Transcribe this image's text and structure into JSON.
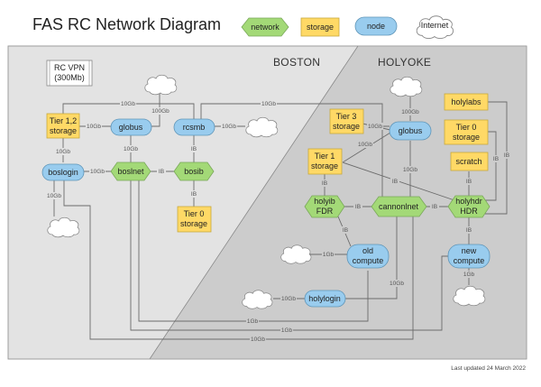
{
  "title": "FAS RC Network Diagram",
  "legend": {
    "network": "network",
    "storage": "storage",
    "node": "node",
    "internet": "Internet"
  },
  "colors": {
    "network": "#a3d977",
    "storage": "#ffd966",
    "node": "#99ccee",
    "boston_bg": "#e3e3e3",
    "holyoke_bg": "#cccccc"
  },
  "regions": {
    "boston": "BOSTON",
    "holyoke": "HOLYOKE"
  },
  "vpn": {
    "line1": "RC VPN",
    "line2": "(300Mb)"
  },
  "nodes": {
    "tier12_storage": [
      "Tier 1,2",
      "storage"
    ],
    "globus_boston": "globus",
    "rcsmb": "rcsmb",
    "boslogin": "boslogin",
    "boslnet": "boslnet",
    "bosib": "bosib",
    "tier0_storage_boston": [
      "Tier 0",
      "storage"
    ],
    "tier3_storage": [
      "Tier 3",
      "storage"
    ],
    "globus_holyoke": "globus",
    "tier1_storage": [
      "Tier 1",
      "storage"
    ],
    "holylabs": "holylabs",
    "tier0_storage_holyoke": [
      "Tier 0",
      "storage"
    ],
    "scratch": "scratch",
    "holyib": [
      "holyib",
      "FDR"
    ],
    "cannonlnet": "cannonlnet",
    "holyhdr": [
      "holyhdr",
      "HDR"
    ],
    "old_compute": [
      "old",
      "compute"
    ],
    "new_compute": [
      "new",
      "compute"
    ],
    "holylogin": "holylogin"
  },
  "links": {
    "tier12_rcsmb_top": "10Gb",
    "globus_cloud": "100Gb",
    "tier12_globus": "10Gb",
    "rcsmb_cloud": "10Gb",
    "rcsmb_holyoke_globus": "10Gb",
    "tier12_boslogin": "10Gb",
    "globus_boslnet": "10Gb",
    "rcsmb_bosib": "IB",
    "boslogin_boslnet": "10Gb",
    "boslnet_bosib": "IB",
    "boslogin_cloud": "10Gb",
    "bosib_tier0": "IB",
    "tier3_globus": "10Gb",
    "cloud_holyoke_globus": "100Gb",
    "tier1_globus": "10Gb",
    "globus_cannonlnet": "10Gb",
    "tier1_holyib": "IB",
    "tier1_holyhdr": "IB",
    "tier0_holyhdr": "IB",
    "holylabs_holyhdr": "IB",
    "scratch_holyhdr": "IB",
    "holyib_cannonlnet": "IB",
    "cannonlnet_holyhdr": "IB",
    "holyib_oldcompute": "IB",
    "holyhdr_newcompute": "IB",
    "cloud_oldcompute": "1Gb",
    "newcompute_cloud": "1Gb",
    "cloud_holylogin": "10Gb",
    "holylogin_cannonlnet": "10Gb",
    "boslnet_oldcompute": "1Gb",
    "boslnet_newcompute": "1Gb",
    "boslogin_cannonlnet": "10Gb"
  },
  "footer": "Last updated 24 March 2022"
}
